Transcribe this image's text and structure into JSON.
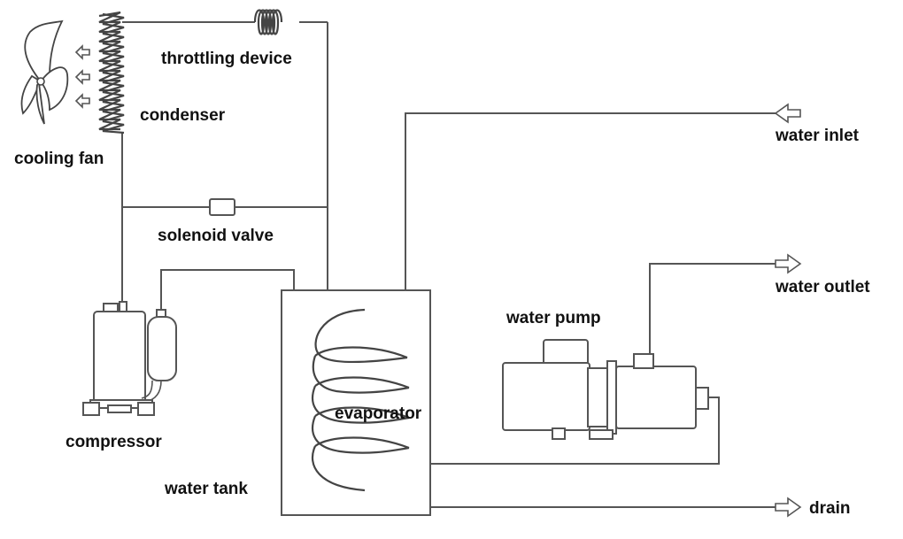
{
  "labels": {
    "throttling_device": "throttling device",
    "condenser": "condenser",
    "cooling_fan": "cooling fan",
    "solenoid_valve": "solenoid valve",
    "compressor": "compressor",
    "water_tank": "water tank",
    "evaporator": "evaporator",
    "water_pump": "water pump",
    "water_inlet": "water inlet",
    "water_outlet": "water outlet",
    "drain": "drain"
  },
  "colors": {
    "line": "#555555",
    "text": "#111111",
    "background": "#ffffff"
  }
}
